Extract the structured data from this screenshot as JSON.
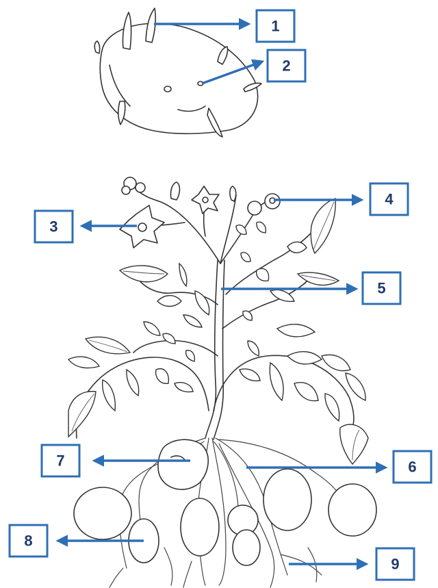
{
  "diagram": {
    "labels": [
      "1",
      "2",
      "3",
      "4",
      "5",
      "6",
      "7",
      "8",
      "9"
    ],
    "colors": {
      "arrow": "#2f6fb5",
      "box_border": "#2f6fb5",
      "label_text": "#1f3b6b",
      "drawing_ink": "#333333"
    }
  }
}
